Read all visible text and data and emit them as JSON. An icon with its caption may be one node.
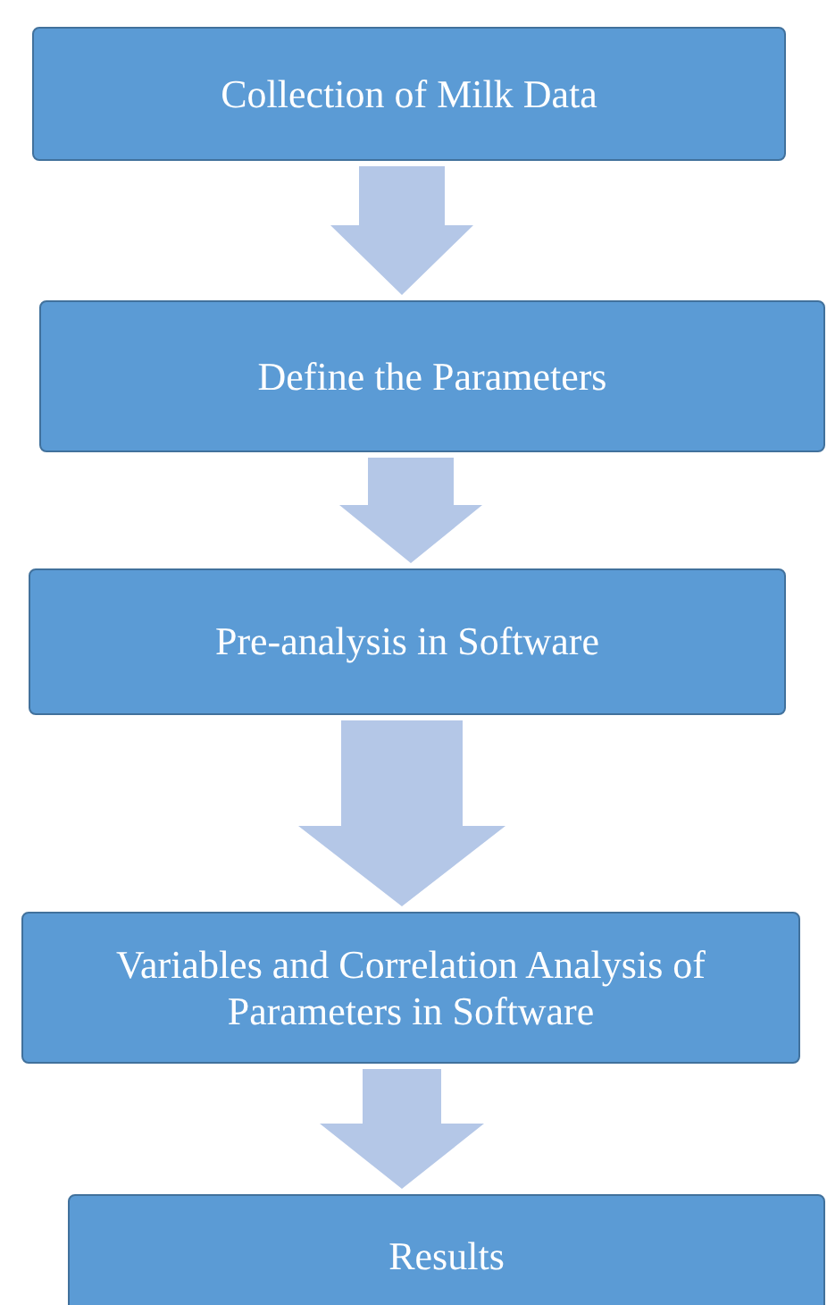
{
  "diagram": {
    "nodes": [
      {
        "text": [
          "Collection  of Milk  Data"
        ]
      },
      {
        "text": [
          "Define the Parameters"
        ]
      },
      {
        "text": [
          "Pre-analysis in Software"
        ]
      },
      {
        "text": [
          "Variables and Correlation Analysis of Parameters in Software"
        ]
      },
      {
        "text": [
          "Results"
        ]
      }
    ],
    "edges": [
      {
        "from": 0,
        "to": 1,
        "arrow": "to"
      },
      {
        "from": 1,
        "to": 2,
        "arrow": "to"
      },
      {
        "from": 2,
        "to": 3,
        "arrow": "to"
      },
      {
        "from": 3,
        "to": 4,
        "arrow": "to"
      }
    ]
  }
}
